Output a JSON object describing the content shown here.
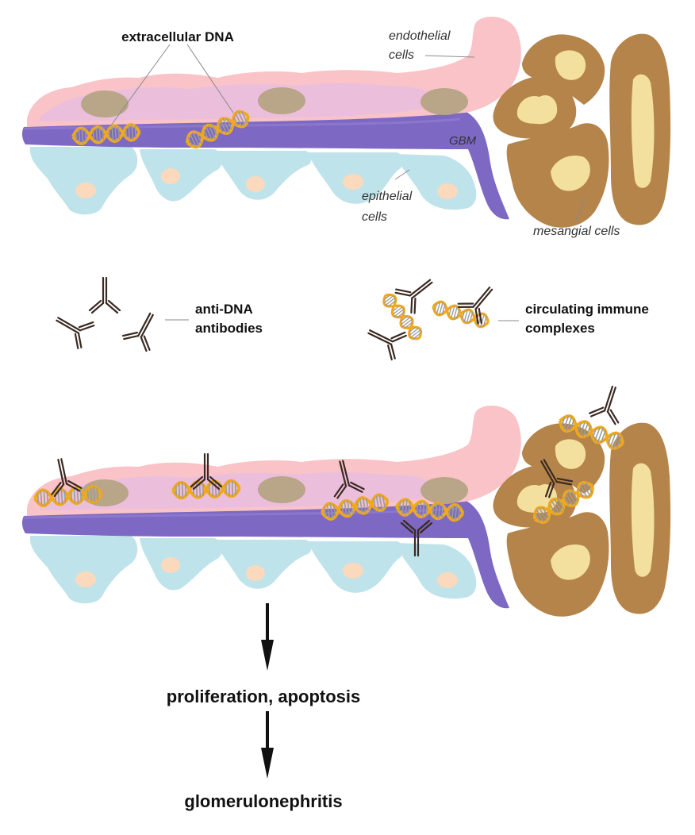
{
  "labels": {
    "extracellular_dna": "extracellular DNA",
    "endothelial_line1": "endothelial",
    "endothelial_line2": "cells",
    "gbm": "GBM",
    "epithelial_line1": "epithelial",
    "epithelial_line2": "cells",
    "mesangial": "mesangial cells",
    "anti_dna_line1": "anti-DNA",
    "anti_dna_line2": "antibodies",
    "immune_line1": "circulating immune",
    "immune_line2": "complexes",
    "proliferation": "proliferation, apoptosis",
    "glomerulonephritis": "glomerulonephritis"
  },
  "colors": {
    "endothelial": "#f9c3c8",
    "endothelial_inner": "#e6bde4",
    "gbm": "#7d68c4",
    "epithelial": "#bfe3ea",
    "epithelial_nucleus": "#fbd9bd",
    "endothelial_nucleus": "#b9a587",
    "mesangial": "#b4844a",
    "mesangial_nucleus": "#f3df9e",
    "dna_strand": "#f0a81c",
    "dna_rung": "#a9a9a9",
    "antibody": "#3a2a22",
    "arrow": "#111111"
  }
}
